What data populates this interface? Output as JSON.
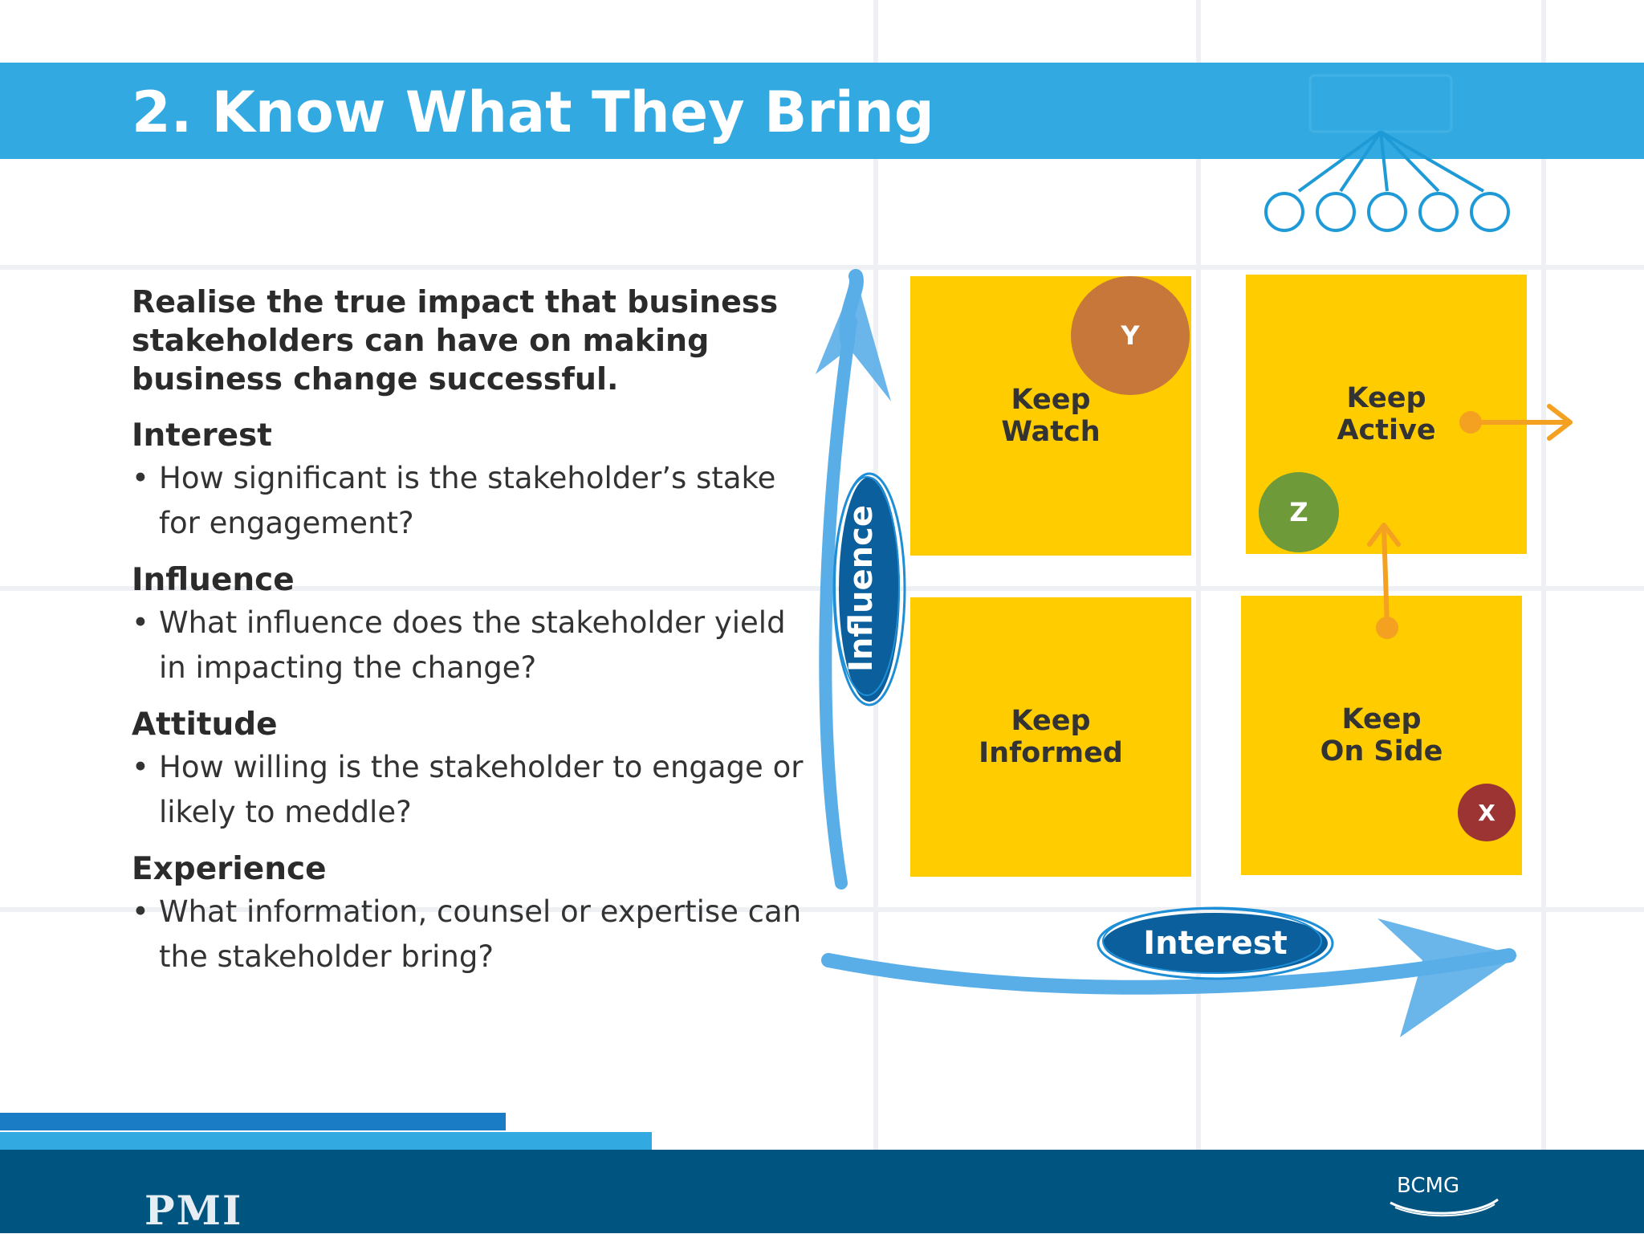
{
  "slide": {
    "title": "2. Know What They Bring"
  },
  "content": {
    "lead": "Realise the true impact that business stakeholders can have on making business change successful.",
    "sections": [
      {
        "heading": "Interest",
        "bullet": "How significant is the stakeholder’s stake for engagement?"
      },
      {
        "heading": "Influence",
        "bullet": "What influence does the stakeholder yield in impacting the change?"
      },
      {
        "heading": "Attitude",
        "bullet": "How willing is the stakeholder to engage or likely to meddle?"
      },
      {
        "heading": "Experience",
        "bullet": "What information, counsel or expertise can the stakeholder bring?"
      }
    ],
    "bullet_glyph": "•"
  },
  "matrix": {
    "quadrants": [
      {
        "line1": "Keep",
        "line2": "Watch"
      },
      {
        "line1": "Keep",
        "line2": "Active"
      },
      {
        "line1": "Keep",
        "line2": "Informed"
      },
      {
        "line1": "Keep",
        "line2": "On Side"
      }
    ],
    "badges": {
      "y": "Y",
      "z": "Z",
      "x": "X"
    },
    "axes": {
      "y_label": "Influence",
      "x_label": "Interest"
    }
  },
  "footer": {
    "left_logo": "PMI",
    "right_logo": "BCMG"
  },
  "colors": {
    "title_bar": "#33a9e1",
    "quadrant": "#ffcc00",
    "badge_y": "#c8773a",
    "badge_z": "#6f9a3a",
    "badge_x": "#9b3433",
    "axis_arrow": "#5aaee8",
    "axis_label_bg": "#0b5f9c",
    "orange_arrow": "#f4a020",
    "footer_dark": "#005480",
    "stripe_1": "#1a7cc4",
    "stripe_2": "#33a9e1",
    "stripe_3": "#55bde8"
  },
  "icons": [
    "org-hierarchy-icon",
    "orange-arrow-right-icon",
    "orange-arrow-up-icon",
    "influence-axis-arrow-icon",
    "interest-axis-arrow-icon"
  ]
}
